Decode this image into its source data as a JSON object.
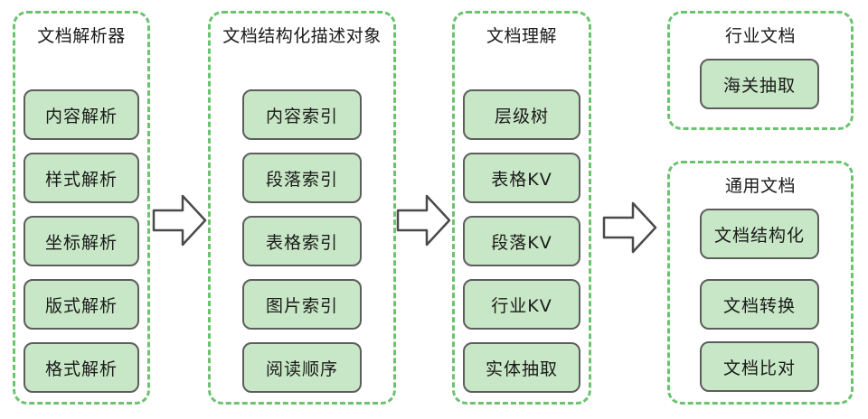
{
  "groups": {
    "parser": {
      "title": "文档解析器",
      "items": [
        "内容解析",
        "样式解析",
        "坐标解析",
        "版式解析",
        "格式解析"
      ]
    },
    "structured": {
      "title": "文档结构化描述对象",
      "items": [
        "内容索引",
        "段落索引",
        "表格索引",
        "图片索引",
        "阅读顺序"
      ]
    },
    "understanding": {
      "title": "文档理解",
      "items": [
        "层级树",
        "表格KV",
        "段落KV",
        "行业KV",
        "实体抽取"
      ]
    },
    "industry": {
      "title": "行业文档",
      "items": [
        "海关抽取"
      ]
    },
    "general": {
      "title": "通用文档",
      "items": [
        "文档结构化",
        "文档转换",
        "文档比对"
      ]
    }
  },
  "colors": {
    "border_dash": "#6cc36f",
    "node_fill": "#c8e7c6",
    "node_border": "#5d5d5d",
    "arrow_stroke": "#4a4a4a"
  }
}
